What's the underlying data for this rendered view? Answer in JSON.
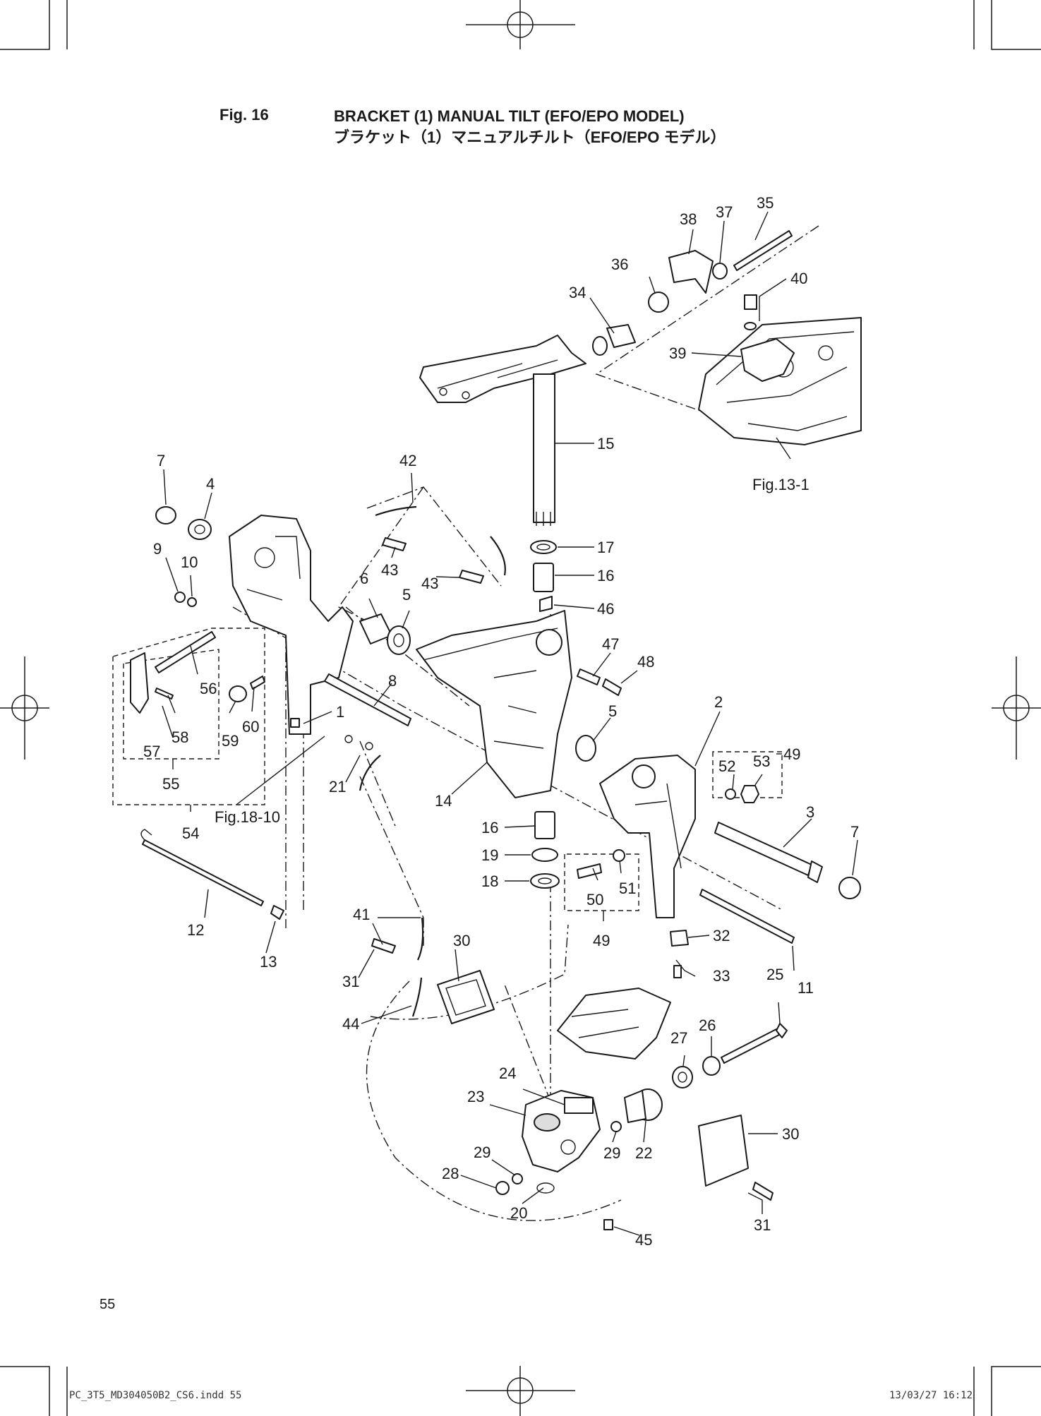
{
  "header": {
    "figure_number": "Fig. 16",
    "title_en": "BRACKET (1) MANUAL TILT (EFO/EPO MODEL)",
    "title_jp": "ブラケット（1）マニュアルチルト（EFO/EPO モデル）"
  },
  "page_number": "55",
  "footer": {
    "file_slug": "PC_3T5_MD304050B2_CS6.indd   55",
    "timestamp": "13/03/27   16:12"
  },
  "callouts": [
    "1",
    "2",
    "3",
    "4",
    "5",
    "5",
    "6",
    "7",
    "7",
    "8",
    "9",
    "10",
    "11",
    "12",
    "13",
    "14",
    "15",
    "16",
    "16",
    "17",
    "18",
    "19",
    "20",
    "21",
    "22",
    "23",
    "24",
    "25",
    "26",
    "27",
    "28",
    "29",
    "29",
    "30",
    "30",
    "31",
    "31",
    "32",
    "33",
    "34",
    "35",
    "36",
    "37",
    "38",
    "39",
    "40",
    "41",
    "42",
    "43",
    "43",
    "44",
    "45",
    "46",
    "47",
    "48",
    "49",
    "49",
    "50",
    "51",
    "52",
    "53",
    "54",
    "55",
    "56",
    "57",
    "58",
    "59",
    "60"
  ],
  "cross_references": [
    "Fig.13-1",
    "Fig.18-10"
  ]
}
